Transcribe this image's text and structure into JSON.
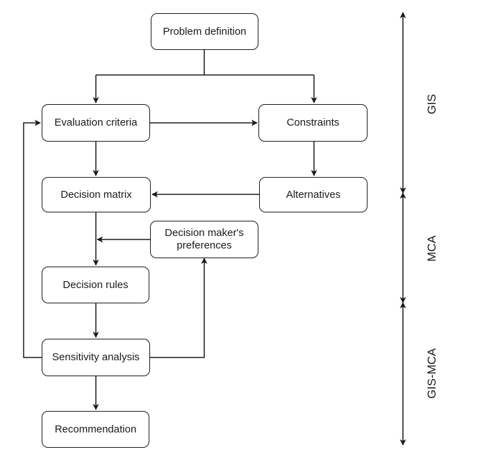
{
  "nodes": {
    "problem_definition": "Problem definition",
    "evaluation_criteria": "Evaluation criteria",
    "constraints": "Constraints",
    "decision_matrix": "Decision matrix",
    "alternatives": "Alternatives",
    "dm_preferences": "Decision maker's preferences",
    "decision_rules": "Decision rules",
    "sensitivity_analysis": "Sensitivity analysis",
    "recommendation": "Recommendation"
  },
  "phases": {
    "gis": "GIS",
    "mca": "MCA",
    "gis_mca": "GIS-MCA"
  },
  "colors": {
    "stroke": "#1a1a1a",
    "background": "#ffffff"
  }
}
